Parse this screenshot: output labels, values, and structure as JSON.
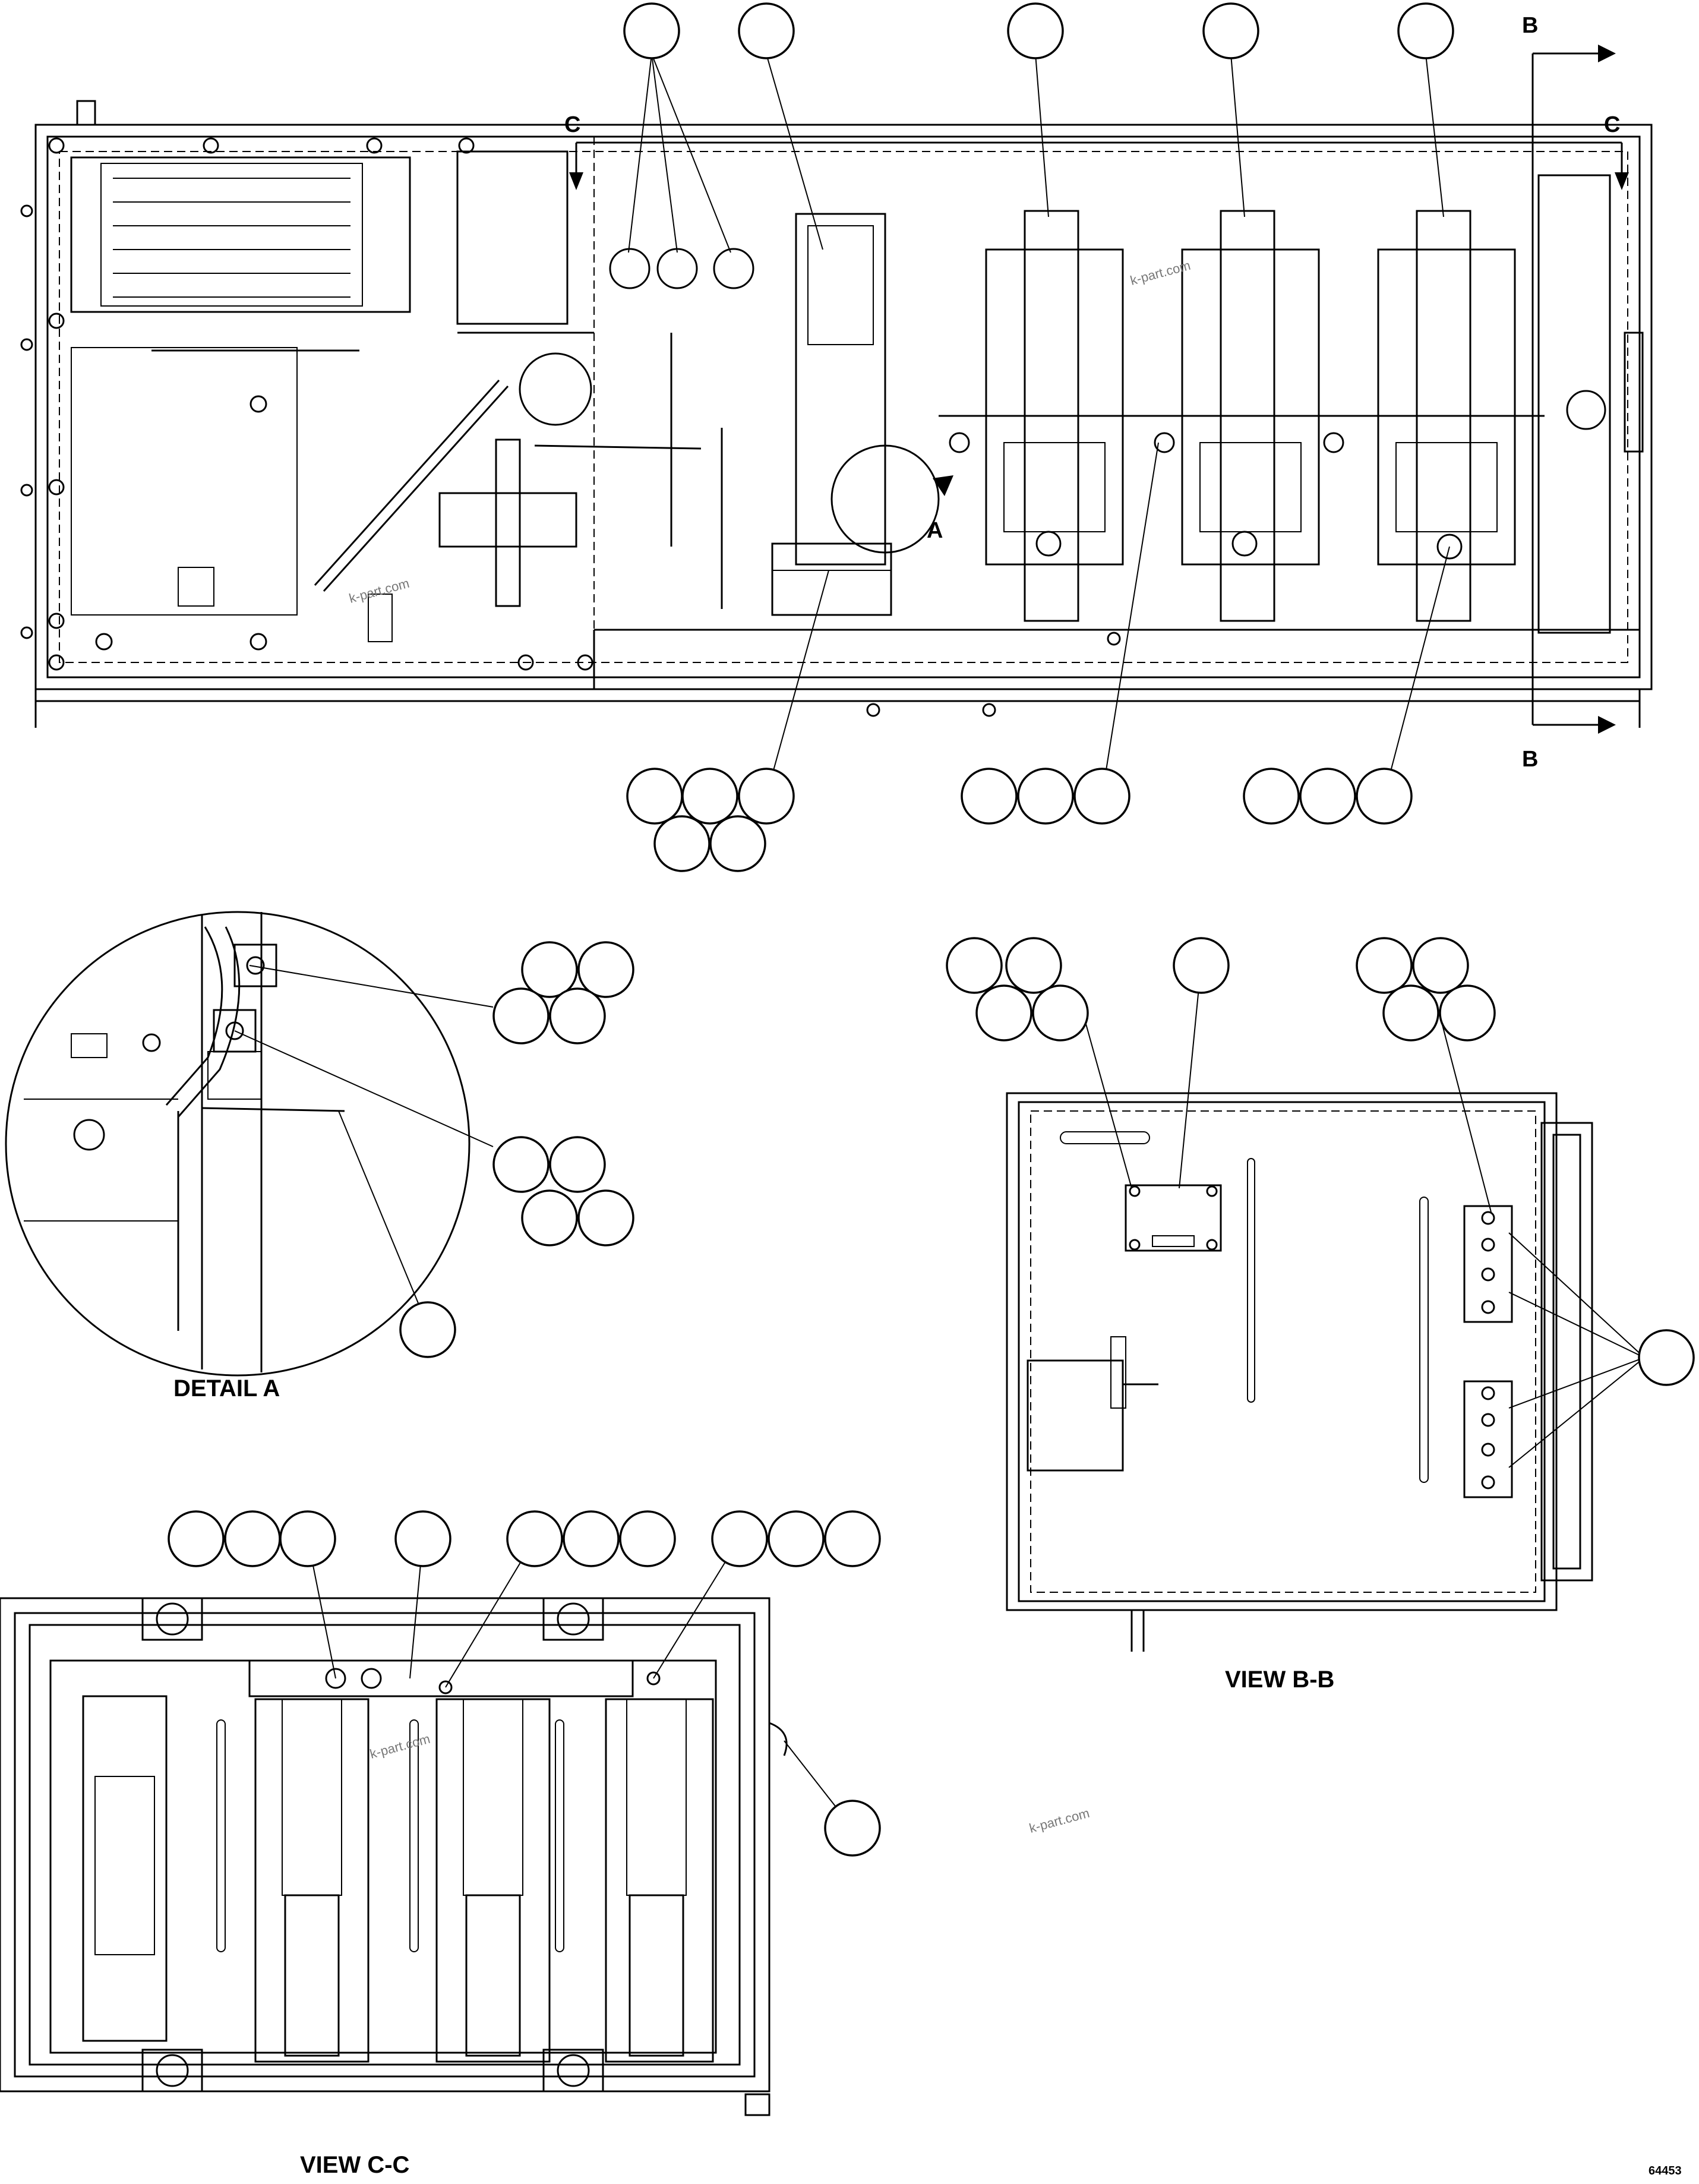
{
  "section_markers": {
    "b_top": "B",
    "b_bottom": "B",
    "c_left": "C",
    "c_right": "C",
    "detail_a_marker": "A"
  },
  "view_titles": {
    "detail_a": "DETAIL A",
    "view_b_b": "VIEW B-B",
    "view_c_c": "VIEW C-C"
  },
  "watermarks": [
    "k-part.com",
    "k-part.com",
    "k-part.com",
    "k-part.com"
  ],
  "drawing_number": "64453"
}
